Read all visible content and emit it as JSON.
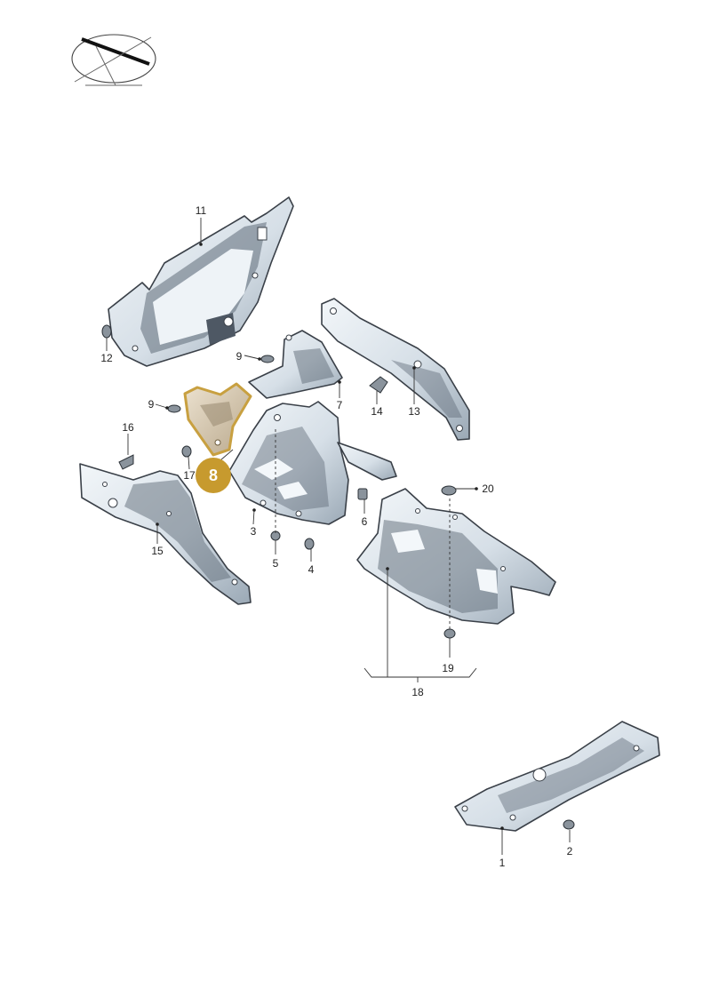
{
  "colors": {
    "highlight_part": "#d9ccb5",
    "highlight_outline": "#c8a040",
    "badge_fill": "#c79a2e",
    "badge_text": "#ffffff",
    "metal_light": "#e8eef3",
    "metal_dark": "#5f6b78"
  },
  "icons": {
    "orientation": "car-orientation-icon"
  },
  "badge": {
    "label": "8"
  },
  "callouts": {
    "c1": "1",
    "c2": "2",
    "c3": "3",
    "c4": "4",
    "c5": "5",
    "c6": "6",
    "c7": "7",
    "c9a": "9",
    "c9b": "9",
    "c11": "11",
    "c12": "12",
    "c13": "13",
    "c14": "14",
    "c15": "15",
    "c16": "16",
    "c17": "17",
    "c18": "18",
    "c19": "19",
    "c20": "20"
  }
}
